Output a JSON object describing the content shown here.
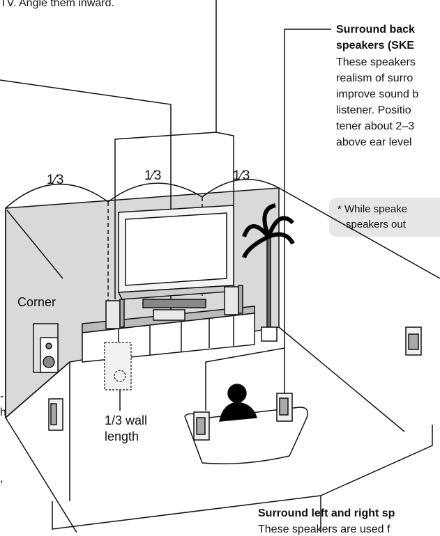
{
  "top_fragment": "TV. Angle them inward.",
  "surround_back": {
    "title_line1": "Surround back",
    "title_line2": "speakers (SKE",
    "body": [
      "These speakers",
      "realism of surro",
      "improve sound b",
      "listener. Positio",
      "tener about 2–3",
      "above ear level"
    ]
  },
  "note": {
    "line1": "* While speake",
    "line2": "speakers out"
  },
  "fraction_label": {
    "num": "1",
    "den": "3"
  },
  "corner_label": "Corner",
  "wall_label": {
    "line1": "1/3 wall",
    "line2": "length"
  },
  "left_fragments": [
    "-",
    "h",
    ","
  ],
  "surround_lr": {
    "title": "Surround left and right sp",
    "body": "These speakers are used f"
  },
  "colors": {
    "wall_gray": "#d9d9d9",
    "note_bg": "#e6e6e6",
    "line": "#111111"
  }
}
